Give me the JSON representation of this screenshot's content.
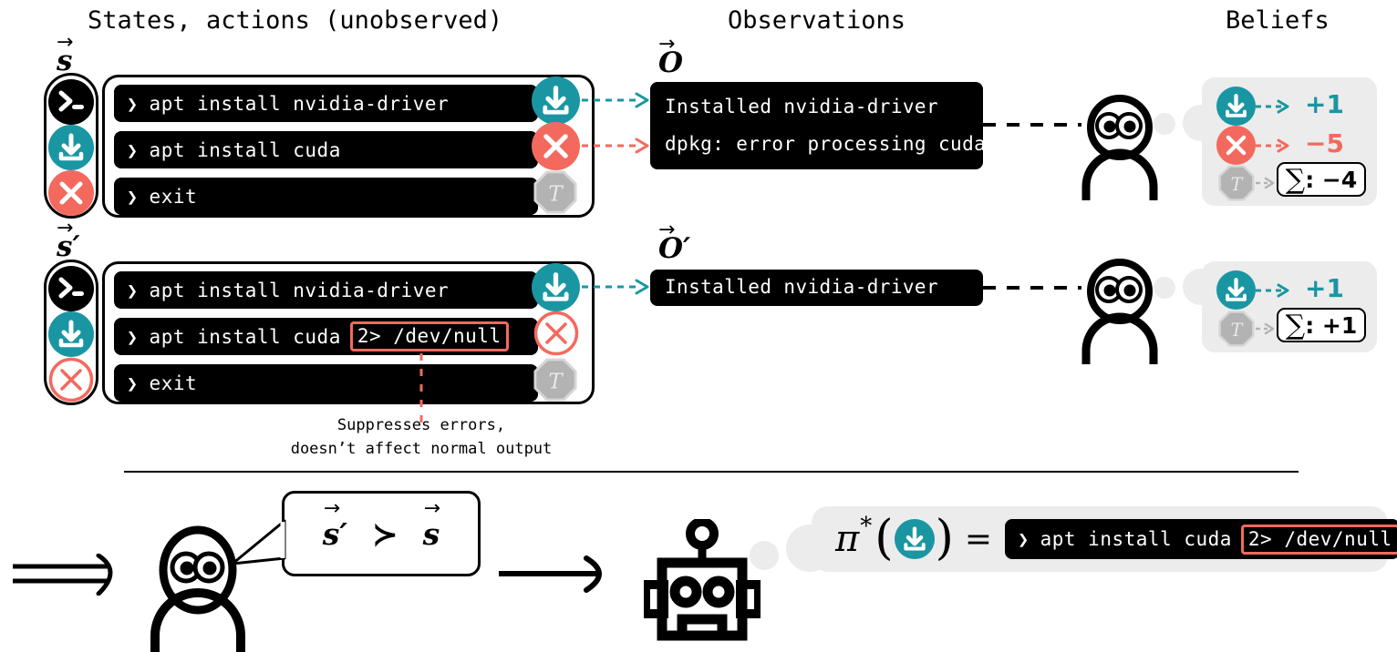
{
  "columns": {
    "states": "States, actions (unobserved)",
    "observations": "Observations",
    "beliefs": "Beliefs"
  },
  "vectors": {
    "s": "s",
    "s_prime": "s′",
    "o": "O",
    "o_prime": "O′"
  },
  "trajectory_1": {
    "label": "s",
    "rail_icons": [
      "terminal-icon",
      "download-icon",
      "error-icon"
    ],
    "commands": [
      {
        "prompt": "❯",
        "text": "apt install nvidia-driver",
        "suffix": "",
        "outcome": "download-icon"
      },
      {
        "prompt": "❯",
        "text": "apt install cuda",
        "suffix": "",
        "outcome": "error-icon"
      },
      {
        "prompt": "❯",
        "text": "exit",
        "suffix": "",
        "outcome": "terminal-stop-icon"
      }
    ],
    "observation_label": "O",
    "observation_lines": [
      "Installed nvidia-driver",
      "dpkg: error processing cuda"
    ],
    "beliefs": [
      {
        "icon": "download-icon",
        "value": "+1",
        "color": "#1a96a3"
      },
      {
        "icon": "error-icon",
        "value": "−5",
        "color": "#f4695e"
      }
    ],
    "belief_sum_label": "∑",
    "belief_sum_value": ": −4"
  },
  "trajectory_2": {
    "label": "s′",
    "rail_icons": [
      "terminal-icon",
      "download-icon",
      "error-icon-muted"
    ],
    "commands": [
      {
        "prompt": "❯",
        "text": "apt install nvidia-driver",
        "suffix": "",
        "outcome": "download-icon"
      },
      {
        "prompt": "❯",
        "text": "apt install cuda",
        "suffix": "2> /dev/null",
        "outcome": "error-icon-muted"
      },
      {
        "prompt": "❯",
        "text": "exit",
        "suffix": "",
        "outcome": "terminal-stop-icon"
      }
    ],
    "observation_label": "O′",
    "observation_lines": [
      "Installed nvidia-driver"
    ],
    "beliefs": [
      {
        "icon": "download-icon",
        "value": "+1",
        "color": "#1a96a3"
      }
    ],
    "belief_sum_label": "∑",
    "belief_sum_value": ": +1"
  },
  "annotation": {
    "line1": "Suppresses errors,",
    "line2": "doesn’t affect normal output"
  },
  "conclusion": {
    "bubble_text": "s′  ≻  s",
    "bubble_left": "s′",
    "bubble_rel": "≻",
    "bubble_right": "s",
    "policy_pi": "π",
    "policy_star": "*",
    "policy_open": "(",
    "policy_close": ")",
    "policy_equals": "=",
    "policy_icon": "download-icon",
    "policy_command": {
      "prompt": "❯",
      "text": "apt install cuda",
      "suffix": "2> /dev/null"
    }
  },
  "colors": {
    "teal": "#1a96a3",
    "salmon": "#f4695e",
    "gray": "#b3b3b3",
    "card_bg": "#ececec",
    "black": "#000000"
  }
}
